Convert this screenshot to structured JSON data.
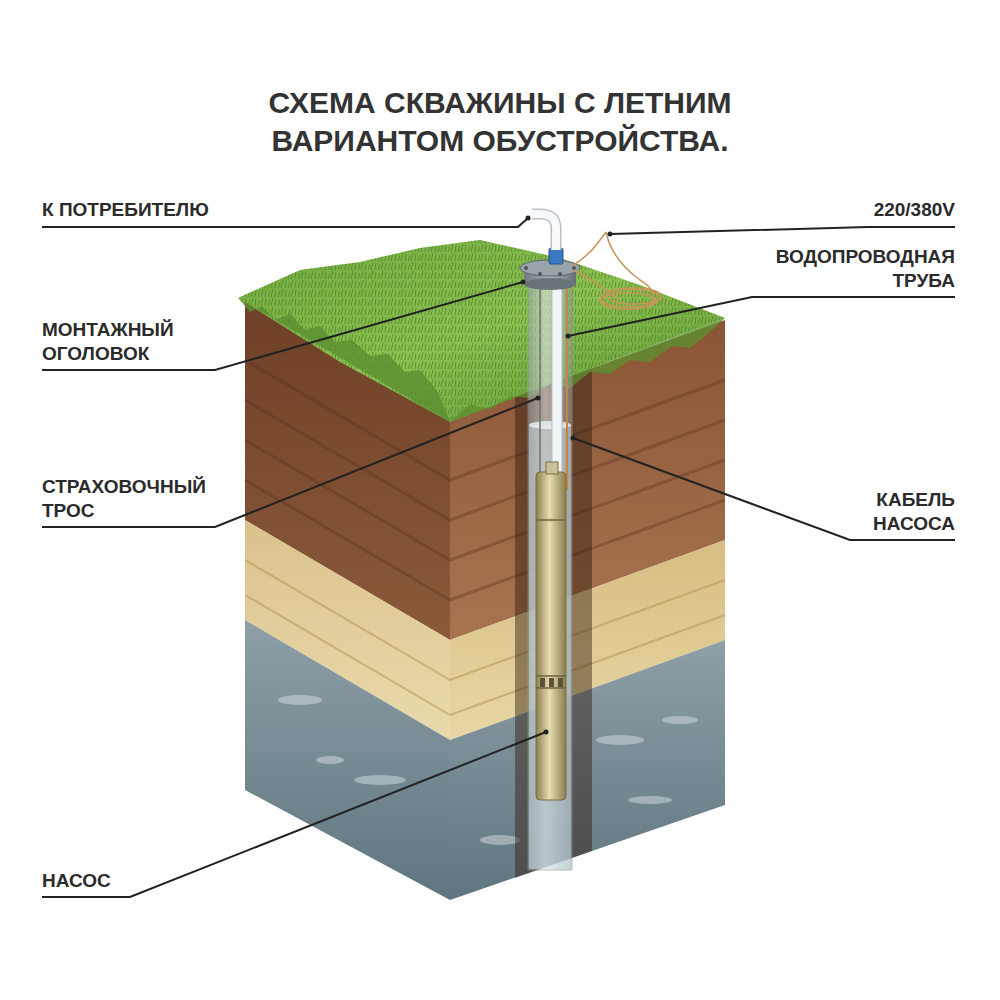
{
  "diagram": {
    "title": "СХЕМА СКВАЖИНЫ С ЛЕТНИМ ВАРИАНТОМ ОБУСТРОЙСТВА.",
    "labels": [
      "К ПОТРЕБИТЕЛЮ",
      "220/380V",
      "ВОДОПРОВОДНАЯ ТРУБА",
      "МОНТАЖНЫЙ ОГОЛОВОК",
      "СТРАХОВОЧНЫЙ ТРОС",
      "КАБЕЛЬ НАСОСА",
      "НАСОС"
    ]
  }
}
